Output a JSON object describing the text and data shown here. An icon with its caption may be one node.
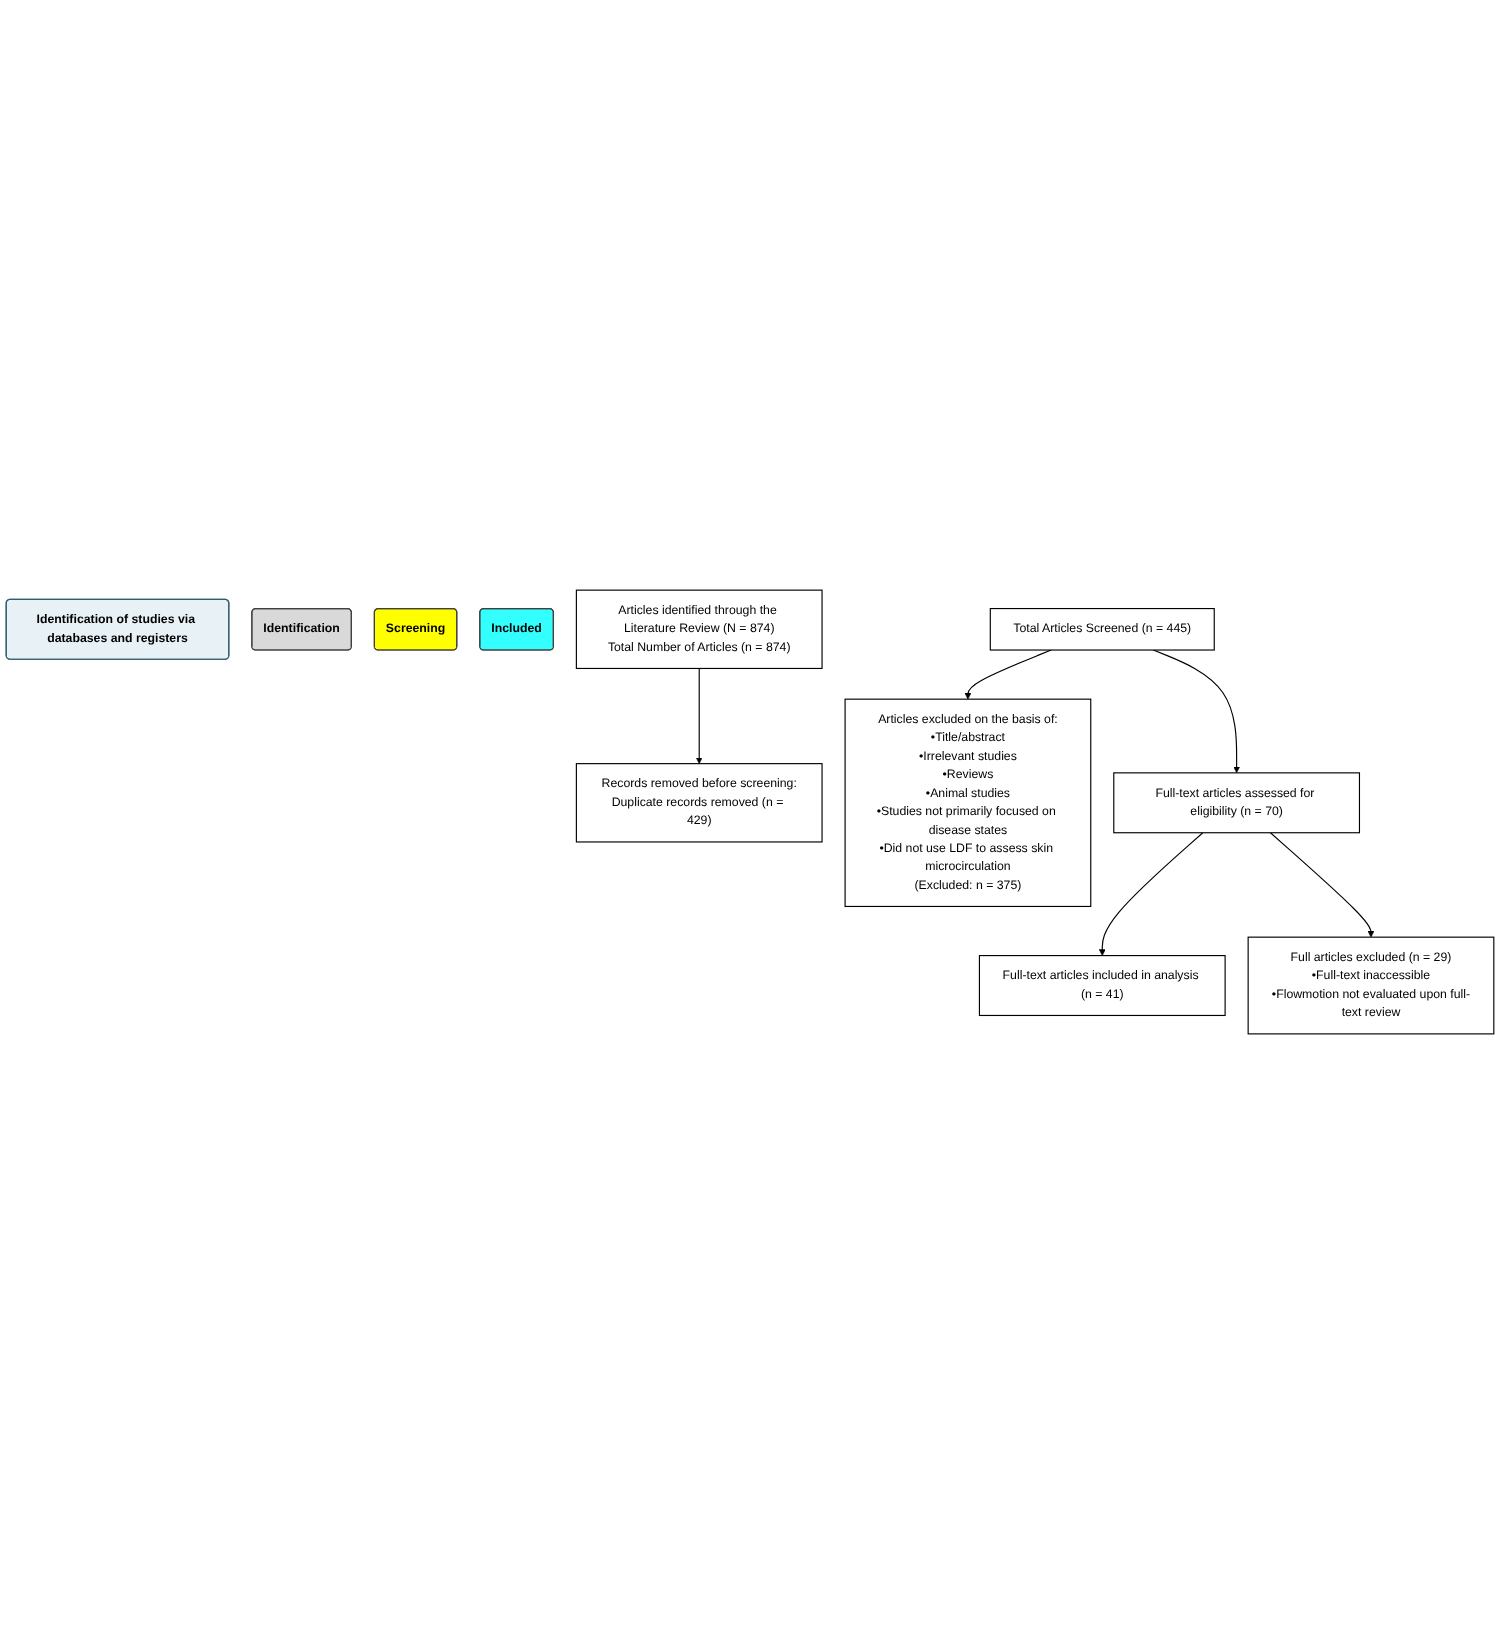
{
  "diagram": {
    "nodes": [
      {
        "text": [
          "Identification of studies via databases and registers"
        ]
      },
      {
        "text": [
          "Identification"
        ]
      },
      {
        "text": [
          "Screening"
        ]
      },
      {
        "text": [
          "Included"
        ]
      },
      {
        "text": [
          "Articles identified through the Literature Review (N = 874)",
          "Total Number of Articles (n = 874)"
        ]
      },
      {
        "text": [
          "Records removed before screening:",
          "Duplicate records removed (n = 429)"
        ]
      },
      {
        "text": [
          "Total Articles Screened (n = 445)"
        ]
      },
      {
        "text": [
          "Articles excluded on the basis of:",
          "•Title/abstract",
          "•Irrelevant studies",
          "•Reviews",
          "•Animal studies",
          "•Studies not primarily focused on disease states",
          "•Did not use LDF to assess skin microcirculation",
          "(Excluded: n = 375)"
        ]
      },
      {
        "text": [
          "Full-text articles assessed for eligibility (n = 70)"
        ]
      },
      {
        "text": [
          "Full articles excluded (n = 29)",
          "•Full-text inaccessible",
          "•Flowmotion not evaluated upon full-text review"
        ]
      },
      {
        "text": [
          "Full-text articles included in analysis (n = 41)"
        ]
      }
    ],
    "edges": [
      {
        "from": 4,
        "to": 5,
        "arrow": "to"
      },
      {
        "from": 6,
        "to": 7,
        "arrow": "to"
      },
      {
        "from": 6,
        "to": 8,
        "arrow": "to"
      },
      {
        "from": 8,
        "to": 10,
        "arrow": "to"
      },
      {
        "from": 8,
        "to": 9,
        "arrow": "to"
      }
    ]
  }
}
